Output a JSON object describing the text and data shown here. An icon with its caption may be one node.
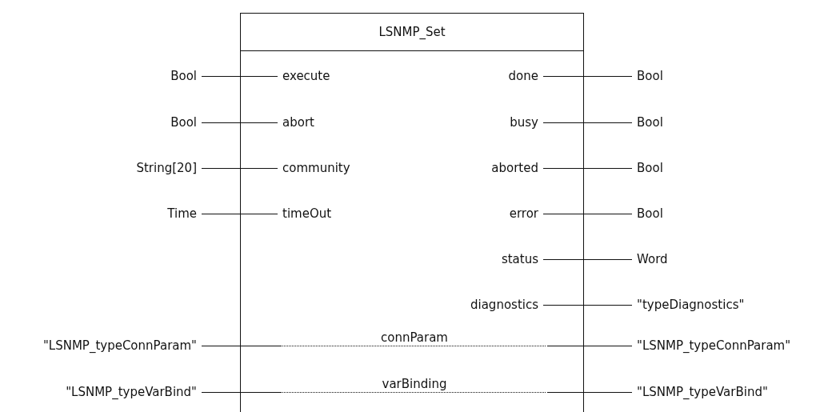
{
  "diagram": {
    "nodes": [
      {
        "text": [
          "LSNMP_Set"
        ]
      },
      {
        "text": [
          "Bool"
        ]
      },
      {
        "text": [
          "execute"
        ],
        "in": 0
      },
      {
        "text": [
          "done"
        ],
        "in": 0
      },
      {
        "text": [
          "Bool"
        ]
      },
      {
        "text": [
          "Bool"
        ]
      },
      {
        "text": [
          "abort"
        ],
        "in": 0
      },
      {
        "text": [
          "busy"
        ],
        "in": 0
      },
      {
        "text": [
          "Bool"
        ]
      },
      {
        "text": [
          "String[20]"
        ]
      },
      {
        "text": [
          "community"
        ],
        "in": 0
      },
      {
        "text": [
          "aborted"
        ],
        "in": 0
      },
      {
        "text": [
          "Bool"
        ]
      },
      {
        "text": [
          "Time"
        ]
      },
      {
        "text": [
          "timeOut"
        ],
        "in": 0
      },
      {
        "text": [
          "error"
        ],
        "in": 0
      },
      {
        "text": [
          "Bool"
        ]
      },
      {
        "text": [
          "status"
        ],
        "in": 0
      },
      {
        "text": [
          "Word"
        ]
      },
      {
        "text": [
          "diagnostics"
        ],
        "in": 0
      },
      {
        "text": [
          "\"typeDiagnostics\""
        ]
      },
      {
        "text": [
          "\"LSNMP_typeConnParam\""
        ]
      },
      {
        "text": [
          "\"LSNMP_typeConnParam\""
        ]
      },
      {
        "text": [
          "\"LSNMP_typeVarBind\""
        ]
      },
      {
        "text": [
          "\"LSNMP_typeVarBind\""
        ]
      }
    ],
    "edges": [
      {
        "from": 1,
        "to": 2,
        "arrow": "none"
      },
      {
        "from": 3,
        "to": 4,
        "arrow": "none"
      },
      {
        "from": 5,
        "to": 6,
        "arrow": "none"
      },
      {
        "from": 7,
        "to": 8,
        "arrow": "none"
      },
      {
        "from": 9,
        "to": 10,
        "arrow": "none"
      },
      {
        "from": 11,
        "to": 12,
        "arrow": "none"
      },
      {
        "from": 13,
        "to": 14,
        "arrow": "none"
      },
      {
        "from": 15,
        "to": 16,
        "arrow": "none"
      },
      {
        "from": 17,
        "to": 18,
        "arrow": "none"
      },
      {
        "from": 19,
        "to": 20,
        "arrow": "none"
      },
      {
        "from": 21,
        "to": 22,
        "arrow": "none",
        "label": "connParam",
        "style": "dashed"
      },
      {
        "from": 23,
        "to": 24,
        "arrow": "none",
        "label": "varBinding",
        "style": "dashed"
      }
    ]
  }
}
